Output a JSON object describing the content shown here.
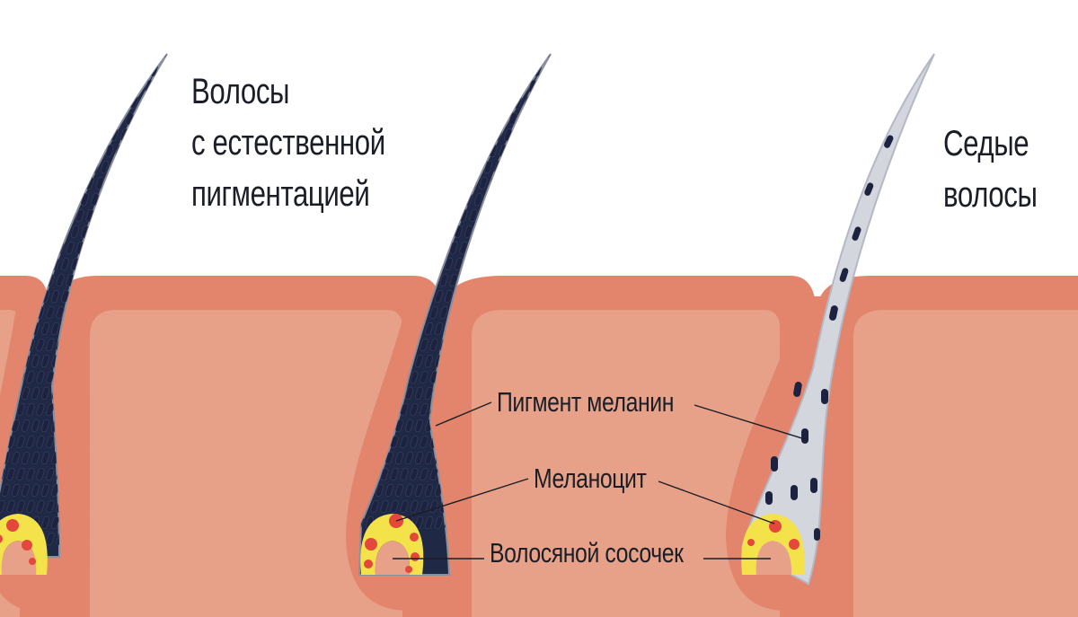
{
  "titles": {
    "natural": [
      "Волосы",
      "с естественной",
      "пигментацией"
    ],
    "grey": [
      "Седые",
      "волосы"
    ]
  },
  "labels": {
    "pigment": "Пигмент меланин",
    "melanocyte": "Меланоцит",
    "papilla": "Волосяной сосочек"
  },
  "colors": {
    "skin_outer": "#e2856c",
    "skin_inner": "#e8a189",
    "follicle": "#e2856c",
    "hair_pigmented": "#1f2845",
    "hair_grey": "#d4d6de",
    "hair_edge": "#8a8f9c",
    "melanin_granule": "#1c2240",
    "bulb_yellow": "#f4e24a",
    "melanocyte_red": "#e4473b",
    "pointer_line": "#1b1e26"
  }
}
